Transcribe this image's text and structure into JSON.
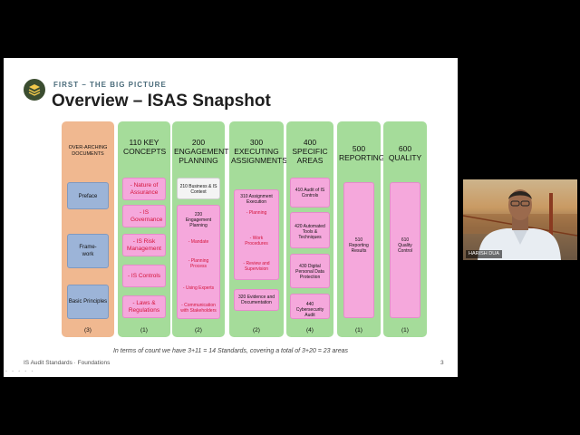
{
  "slide": {
    "kicker": "FIRST – THE BIG PICTURE",
    "title": "Overview – ISAS Snapshot",
    "caption": "In terms of count we have 3+11 = 14 Standards, covering a total of 3+20 = 23 areas",
    "footer_left": "IS Audit Standards · Foundations",
    "page_number": "3"
  },
  "columns": [
    {
      "head": "OVER-ARCHING DOCUMENTS",
      "count": "(3)",
      "boxes": [
        "Preface",
        "Frame-work",
        "Basic Principles"
      ]
    },
    {
      "head": "110 KEY CONCEPTS",
      "count": "(1)",
      "boxes": [
        "- Nature of Assurance",
        "- IS Governance",
        "- IS Risk Management",
        "- IS Controls",
        "- Laws & Regulations"
      ]
    },
    {
      "head": "200 ENGAGEMENT PLANNING",
      "count": "(2)",
      "box1": "210 Business & IS Context",
      "box2_title": "220 Engagement Planning",
      "box2_items": [
        "- Mandate",
        "- Planning Process",
        "- Using Experts",
        "- Communication with Stakeholders"
      ]
    },
    {
      "head": "300 EXECUTING ASSIGNMENTS",
      "count": "(2)",
      "box1_title": "310 Assignment Execution",
      "box1_items": [
        "- Planning",
        "- Work Procedures",
        "- Review and Supervision"
      ],
      "box2": "320 Evidence and Documentation"
    },
    {
      "head": "400 SPECIFIC AREAS",
      "count": "(4)",
      "boxes": [
        "410 Audit of IS Controls",
        "420 Automated Tools & Techniques",
        "430 Digital Personal Data Protection",
        "440 Cybersecurity Audit"
      ]
    },
    {
      "head": "500 REPORTING",
      "count": "(1)",
      "box": "510 Reporting Results"
    },
    {
      "head": "600 QUALITY",
      "count": "(1)",
      "box": "610 Quality Control"
    }
  ],
  "video": {
    "participant_name": "HARISH DUA"
  },
  "colors": {
    "orange": "#f0b890",
    "green": "#a5dc9a",
    "pink": "#f5a8dc",
    "blue": "#9cb4d8",
    "red_text": "#d4143a"
  }
}
